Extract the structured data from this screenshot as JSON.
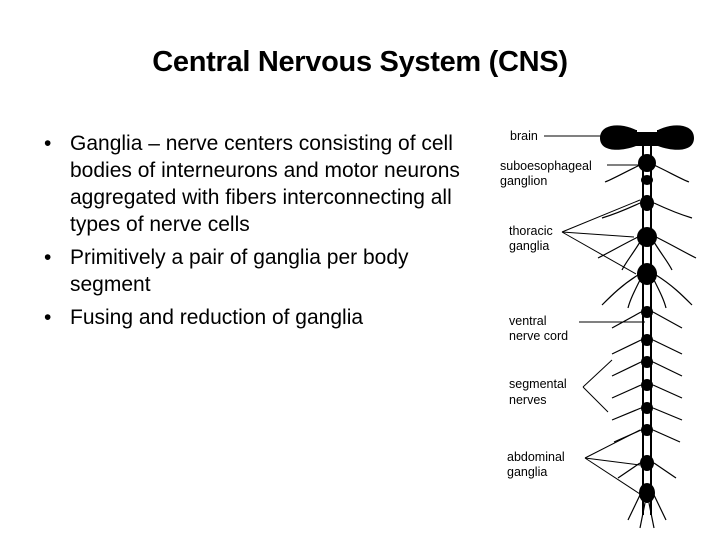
{
  "slide": {
    "title": "Central Nervous System (CNS)",
    "bullets": [
      "Ganglia – nerve centers consisting of cell bodies of interneurons and motor neurons aggregated with fibers interconnecting all types of nerve cells",
      "Primitively a pair of ganglia per body segment",
      "Fusing and reduction of ganglia"
    ],
    "bullet_symbol": "•"
  },
  "diagram": {
    "labels": {
      "brain": "brain",
      "subesophageal_1": "suboesophageal",
      "subesophageal_2": "ganglion",
      "thoracic_1": "thoracic",
      "thoracic_2": "ganglia",
      "ventral_1": "ventral",
      "ventral_2": "nerve cord",
      "segmental_1": "segmental",
      "segmental_2": "nerves",
      "abdominal_1": "abdominal",
      "abdominal_2": "ganglia"
    }
  }
}
